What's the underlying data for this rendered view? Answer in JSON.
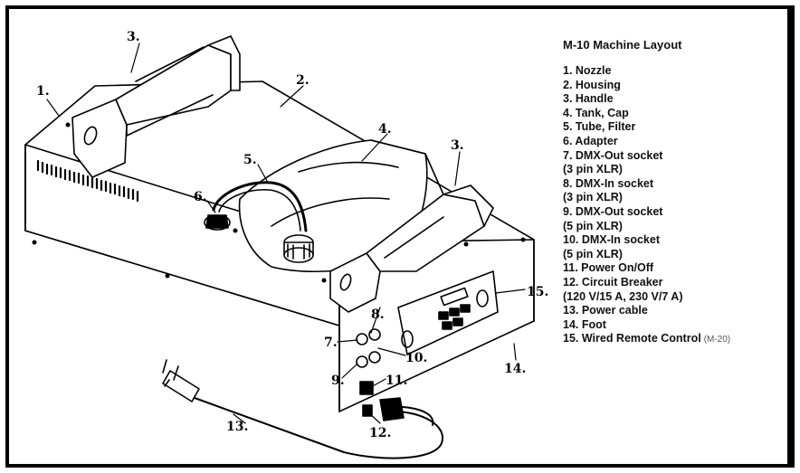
{
  "legend": {
    "title": "M-10 Machine Layout",
    "items": [
      "1. Nozzle",
      "2. Housing",
      "3. Handle",
      "4. Tank, Cap",
      "5. Tube, Filter",
      "6. Adapter",
      "7. DMX-Out socket",
      "(3 pin XLR)",
      "8. DMX-In socket",
      "(3 pin XLR)",
      "9. DMX-Out socket",
      "(5 pin XLR)",
      "10. DMX-In socket",
      "(5 pin XLR)",
      "11. Power On/Off",
      "12. Circuit Breaker",
      "(120 V/15 A, 230 V/7 A)",
      "13. Power cable",
      "14. Foot",
      "15. Wired Remote Control"
    ],
    "remote_note": "(M-20)"
  },
  "callouts": {
    "c1": "1.",
    "c2": "2.",
    "c3_left": "3.",
    "c3_right": "3.",
    "c4": "4.",
    "c5": "5.",
    "c6": "6.",
    "c7": "7.",
    "c8": "8.",
    "c9": "9.",
    "c10": "10.",
    "c11": "11.",
    "c12": "12.",
    "c13": "13.",
    "c14": "14.",
    "c15": "15."
  }
}
